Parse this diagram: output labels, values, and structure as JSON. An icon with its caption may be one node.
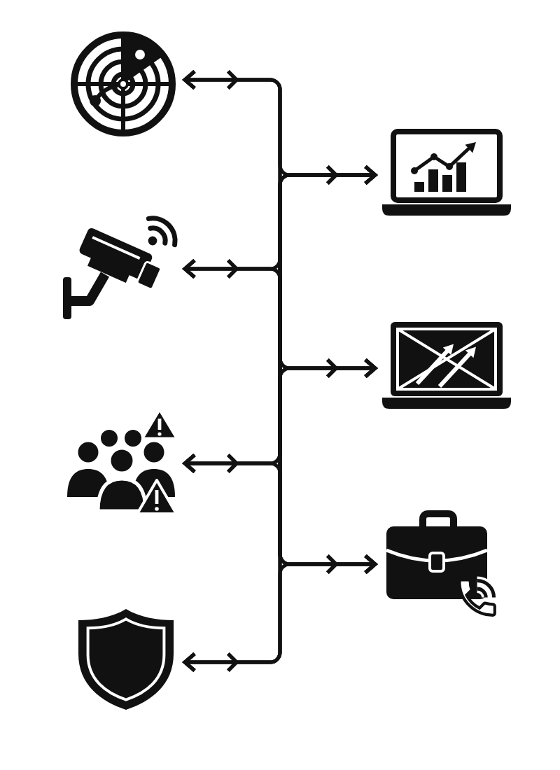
{
  "diagram": {
    "nodes": [
      {
        "text": [],
        "shape": "picture"
      },
      {
        "text": [],
        "shape": "picture"
      },
      {
        "text": [],
        "shape": "picture"
      },
      {
        "text": [],
        "shape": "picture"
      },
      {
        "text": [],
        "shape": "picture"
      },
      {
        "text": [],
        "shape": "picture"
      },
      {
        "text": [],
        "shape": "picture"
      }
    ],
    "edges": [
      {
        "from": 0,
        "to": 1,
        "arrow": "both"
      },
      {
        "from": 0,
        "to": 3,
        "arrow": "both"
      },
      {
        "from": 0,
        "to": 5,
        "arrow": "both"
      },
      {
        "from": 2,
        "to": 1,
        "arrow": "both"
      },
      {
        "from": 2,
        "to": 3,
        "arrow": "both"
      },
      {
        "from": 2,
        "to": 5,
        "arrow": "both"
      },
      {
        "from": 4,
        "to": 1,
        "arrow": "both"
      },
      {
        "from": 4,
        "to": 3,
        "arrow": "both"
      },
      {
        "from": 4,
        "to": 5,
        "arrow": "both"
      },
      {
        "from": 6,
        "to": 1,
        "arrow": "both"
      },
      {
        "from": 6,
        "to": 3,
        "arrow": "both"
      },
      {
        "from": 6,
        "to": 5,
        "arrow": "both"
      }
    ]
  }
}
